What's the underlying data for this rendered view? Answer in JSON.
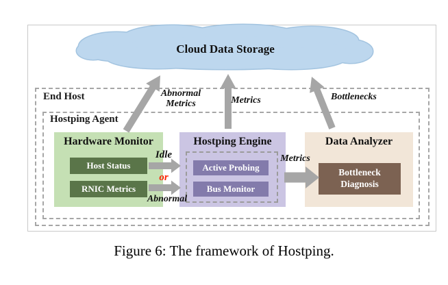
{
  "figure": {
    "caption": "Figure 6: The framework of Hostping."
  },
  "cloud": {
    "label": "Cloud Data Storage"
  },
  "containers": {
    "end_host": "End Host",
    "hostping_agent": "Hostping Agent"
  },
  "modules": {
    "hardware_monitor": {
      "title": "Hardware Monitor",
      "items": [
        "Host Status",
        "RNIC Metrics"
      ]
    },
    "hostping_engine": {
      "title": "Hostping Engine",
      "items": [
        "Active Probing",
        "Bus Monitor"
      ]
    },
    "data_analyzer": {
      "title": "Data Analyzer",
      "items": [
        "Bottleneck Diagnosis"
      ]
    }
  },
  "flows": {
    "abnormal_metrics": "Abnormal\nMetrics",
    "metrics_to_cloud": "Metrics",
    "bottlenecks": "Bottlenecks",
    "idle": "Idle",
    "or": "or",
    "abnormal": "Abnormal",
    "metrics_to_analyzer": "Metrics"
  },
  "colors": {
    "cloud_fill": "#BDD7EE",
    "cloud_edge": "#A3C4E0",
    "arrow_gray": "#A6A6A6",
    "monitor_bg": "#C5E0B4",
    "monitor_item": "#5A7549",
    "engine_bg": "#CBC5E3",
    "engine_item": "#837BAB",
    "analyzer_bg": "#F2E6D8",
    "analyzer_item": "#7C6252",
    "or_label_red": "#FF2200",
    "dash_gray": "#A6A6A6"
  }
}
